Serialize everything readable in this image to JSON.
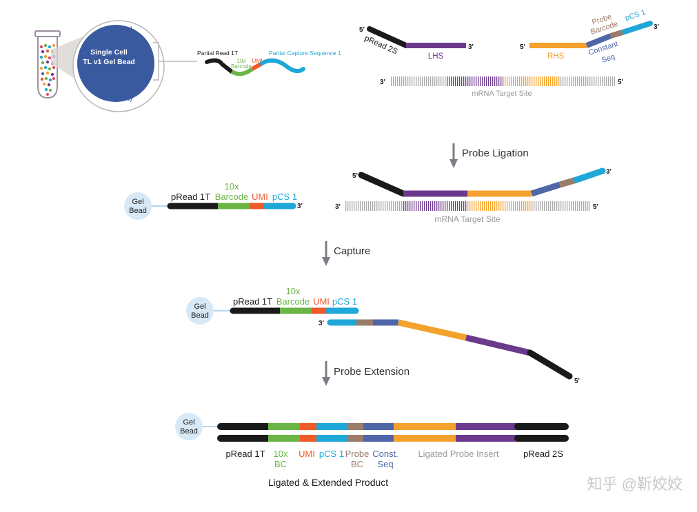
{
  "colors": {
    "black": "#1a1a1a",
    "green": "#6ab545",
    "umi": "#f05a28",
    "cyan": "#1ea7d8",
    "purple": "#6b3a8c",
    "orange": "#f4a22d",
    "brown": "#9a7c6a",
    "slate": "#4f67a8",
    "grey": "#9a9a9a",
    "arrow": "#7c7c86",
    "bead_fill": "#d7e9f7",
    "big_bead": "#3a5aa0"
  },
  "top_left": {
    "bead_label_line1": "Single Cell",
    "bead_label_line2": "TL v1 Gel Bead",
    "partial_read": "Partial Read 1T",
    "barcode_10x": "10x",
    "barcode_word": "Barcode",
    "umi": "UMI",
    "partial_capture": "Partial Capture Sequence 1"
  },
  "top_right": {
    "five_prime": "5'",
    "three_prime": "3'",
    "pread2s": "pRead 2S",
    "lhs": "LHS",
    "rhs": "RHS",
    "probe_barcode_1": "Probe",
    "probe_barcode_2": "Barcode",
    "pcs1": "pCS 1",
    "constant_1": "Constant",
    "constant_2": "Seq",
    "mrna": "mRNA Target Site"
  },
  "steps": {
    "probe_ligation": "Probe Ligation",
    "capture": "Capture",
    "probe_extension": "Probe Extension"
  },
  "bead": {
    "line1": "Gel",
    "line2": "Bead"
  },
  "middle": {
    "pread1t": "pRead 1T",
    "barcode_10x": "10x",
    "barcode_word": "Barcode",
    "umi": "UMI",
    "pcs1": "pCS 1",
    "mrna": "mRNA Target Site"
  },
  "bottom": {
    "pread1t": "pRead 1T",
    "bc_10x": "10x",
    "bc": "BC",
    "umi": "UMI",
    "pcs1": "pCS 1",
    "probe": "Probe",
    "probe_bc": "BC",
    "const": "Const.",
    "seq": "Seq",
    "ligated_insert": "Ligated Probe Insert",
    "pread2s": "pRead 2S",
    "caption": "Ligated & Extended Product"
  },
  "watermark": "知乎 @靳姣姣"
}
